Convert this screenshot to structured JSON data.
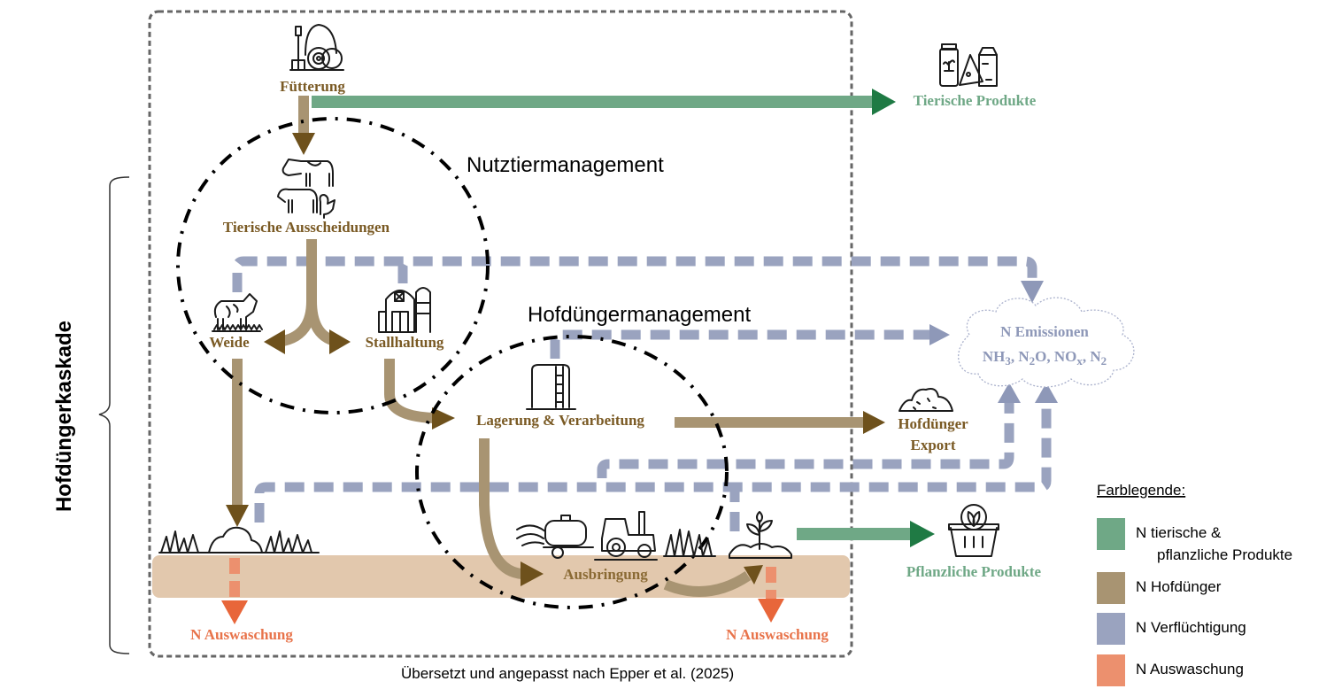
{
  "diagram": {
    "side_label": "Hofdüngerkaskade",
    "regions": {
      "livestock_management": "Nutztiermanagement",
      "manure_management": "Hofdüngermanagement"
    },
    "nodes": {
      "feeding": "Fütterung",
      "animal_products": "Tierische Produkte",
      "animal_excretions": "Tierische Ausscheidungen",
      "pasture": "Weide",
      "housing": "Stallhaltung",
      "storage": "Lagerung & Verarbeitung",
      "manure_export_line1": "Hofdünger",
      "manure_export_line2": "Export",
      "application": "Ausbringung",
      "plant_products": "Pflanzliche Produkte",
      "leaching_left": "N Auswaschung",
      "leaching_right": "N Auswaschung",
      "emissions_line1": "N Emissionen",
      "emissions_line2": {
        "nh": "NH",
        "nh_sub": "3",
        "n2o_a": ", N",
        "n2o_sub": "2",
        "n2o_b": "O, NO",
        "nox_sub": "x",
        "n2_a": ", N",
        "n2_sub": "2"
      }
    },
    "icons": {
      "feeding": "hay-pitchfork-icon",
      "animal_products": "dairy-cheese-icon",
      "animal_excretions": "livestock-icon",
      "pasture": "grazing-cow-icon",
      "housing": "barn-silo-icon",
      "storage": "slurry-tank-icon",
      "manure_export": "manure-pile-icon",
      "application": "tractor-spreader-icon",
      "plant_products": "produce-basket-icon"
    },
    "legend": {
      "title": "Farblegende:",
      "items": [
        {
          "label_line1": "N tierische &",
          "label_line2": "pflanzliche Produkte",
          "color": "#6fa886"
        },
        {
          "label_line1": "N Hofdünger",
          "label_line2": "",
          "color": "#a89472"
        },
        {
          "label_line1": "N Verflüchtigung",
          "label_line2": "",
          "color": "#9aa3bf"
        },
        {
          "label_line1": "N Auswaschung",
          "label_line2": "",
          "color": "#ec906e"
        }
      ]
    },
    "colors": {
      "products_flow": "#6fa886",
      "products_arrowhead": "#1f7a44",
      "manure_flow": "#a89472",
      "manure_arrowhead": "#6e511c",
      "volatilization_flow": "#9aa3bf",
      "leaching_flow": "#ec906e",
      "leaching_arrowhead": "#e8663a",
      "soil_band": "#e2c8ad"
    },
    "caption": "Übersetzt und angepasst nach Epper et al. (2025)"
  }
}
